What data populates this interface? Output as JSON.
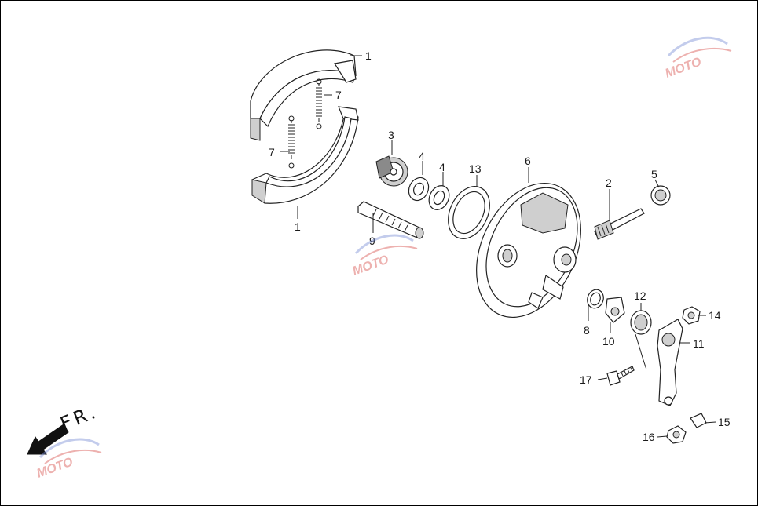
{
  "diagram": {
    "direction_label": "FR.",
    "watermark_text": "MOTO",
    "part_labels": [
      {
        "id": "label-1-top",
        "text": "1"
      },
      {
        "id": "label-1-bottom",
        "text": "1"
      },
      {
        "id": "label-2",
        "text": "2"
      },
      {
        "id": "label-3",
        "text": "3"
      },
      {
        "id": "label-4-a",
        "text": "4"
      },
      {
        "id": "label-4-b",
        "text": "4"
      },
      {
        "id": "label-5",
        "text": "5"
      },
      {
        "id": "label-6",
        "text": "6"
      },
      {
        "id": "label-7-top",
        "text": "7"
      },
      {
        "id": "label-7-left",
        "text": "7"
      },
      {
        "id": "label-8",
        "text": "8"
      },
      {
        "id": "label-9",
        "text": "9"
      },
      {
        "id": "label-10",
        "text": "10"
      },
      {
        "id": "label-11",
        "text": "11"
      },
      {
        "id": "label-12",
        "text": "12"
      },
      {
        "id": "label-13",
        "text": "13"
      },
      {
        "id": "label-14",
        "text": "14"
      },
      {
        "id": "label-15",
        "text": "15"
      },
      {
        "id": "label-16",
        "text": "16"
      },
      {
        "id": "label-17",
        "text": "17"
      }
    ],
    "colors": {
      "line": "#222222",
      "watermark_red": "#d9534f",
      "watermark_blue": "#7b8fd6"
    }
  }
}
